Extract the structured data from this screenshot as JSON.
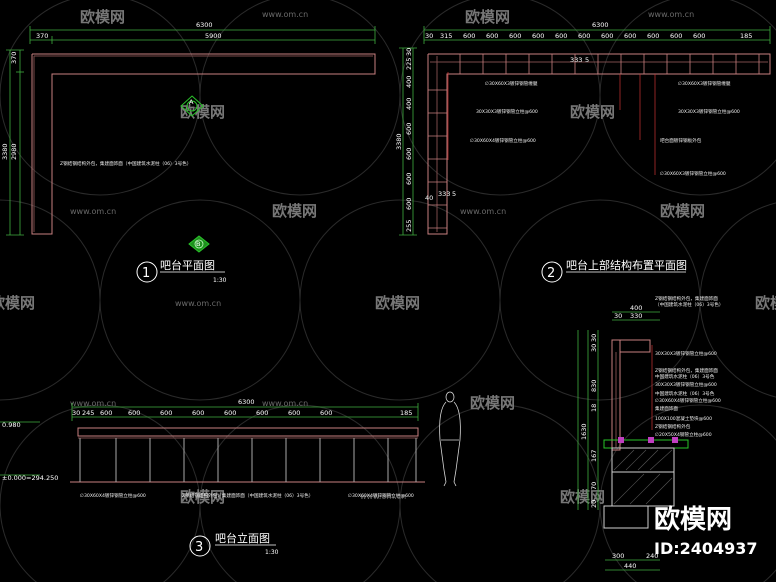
{
  "watermark": {
    "brand": "欧模网",
    "url": "www.om.cn"
  },
  "brand_corner": {
    "name": "欧模网",
    "id": "ID:2404937"
  },
  "plan1": {
    "number": "1",
    "title": "吧台平面图",
    "scale": "1:30",
    "dims_top": [
      "6300",
      "370",
      "5900"
    ],
    "dims_left": [
      "370",
      "2980",
      "3380"
    ],
    "note": "Z钢结钢结构外包，集建面饰面（中国建筑水泥柱（06）3号色）",
    "marker_a": "A",
    "marker_b": "B"
  },
  "plan2": {
    "number": "2",
    "title": "吧台上部结构布置平面图",
    "dims_top": [
      "6300",
      "30",
      "315",
      "600",
      "600",
      "600",
      "600",
      "600",
      "600",
      "600",
      "600",
      "600",
      "600",
      "600",
      "185"
    ],
    "dims_left": [
      "30",
      "225",
      "400",
      "400",
      "600",
      "600",
      "600",
      "600",
      "255",
      "3380"
    ],
    "dims_inner": [
      "333",
      "5",
      "40",
      "333",
      "5"
    ],
    "notes": [
      "∅30X60X3镀锌钢管缠腿",
      "∅30X60X3镀锌钢管缠腿",
      "30X30X3镀锌钢管立柱@600",
      "30X30X3镀锌钢管立柱@600",
      "∅30X60X4镀锌钢管立柱@600",
      "吧台面镀锌钢板外包",
      "∅30X60X3镀锌钢管立柱@600"
    ]
  },
  "elev": {
    "number": "3",
    "title": "吧台立面图",
    "scale": "1:30",
    "dims_top": [
      "6300",
      "30",
      "245",
      "600",
      "600",
      "600",
      "600",
      "600",
      "600",
      "600",
      "600",
      "185"
    ],
    "level_top": "0.980",
    "level_base": "±0.000=294.250",
    "notes": [
      "∅30X60X4镀锌钢管立柱@600",
      "Z钢结钢结构外包，集建面饰面（中国建筑水泥柱（06）3号色）",
      "∅30X60X4镀锌钢管立柱@600"
    ]
  },
  "section": {
    "dims_top": [
      "400",
      "30",
      "330"
    ],
    "dims_left": [
      "30",
      "30",
      "1630",
      "830",
      "18",
      "167",
      "70",
      "20"
    ],
    "dims_bottom": [
      "300",
      "440",
      "240"
    ],
    "notes": [
      "Z钢结钢结构外包，集建面饰面",
      "（中国建筑水泥柱（06）3号色）",
      "30X30X3镀锌钢管立柱@600",
      "Z钢结钢结构外包，集建面饰面",
      "中国建筑水泥柱（06）3号色",
      "30X30X3镀锌钢管立柱@600",
      "中国建筑水泥柱（06）3号色",
      "∅30X60X4镀锌钢管立柱@600",
      "集建面饰面",
      "100X100混凝土垫块@600",
      "Z钢结钢结构外包",
      "∅20X50X4钢管立柱@600"
    ]
  }
}
